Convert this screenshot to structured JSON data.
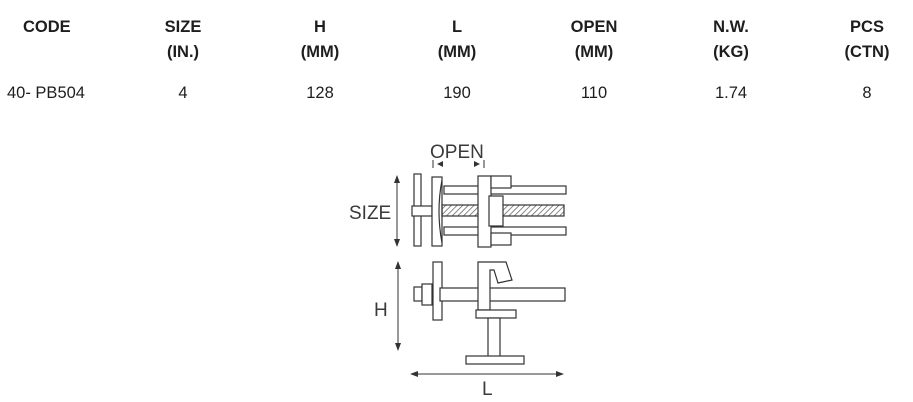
{
  "table": {
    "headers": [
      {
        "line1": "CODE",
        "line2": ""
      },
      {
        "line1": "SIZE",
        "line2": "(IN.)"
      },
      {
        "line1": "H",
        "line2": "(MM)"
      },
      {
        "line1": "L",
        "line2": "(MM)"
      },
      {
        "line1": "OPEN",
        "line2": "(MM)"
      },
      {
        "line1": "N.W.",
        "line2": "(KG)"
      },
      {
        "line1": "PCS",
        "line2": "(CTN)"
      }
    ],
    "rows": [
      [
        "40- PB504",
        "4",
        "128",
        "190",
        "110",
        "1.74",
        "8"
      ]
    ]
  },
  "drawing": {
    "labels": {
      "open": "OPEN",
      "size": "SIZE",
      "h": "H",
      "l": "L"
    }
  }
}
